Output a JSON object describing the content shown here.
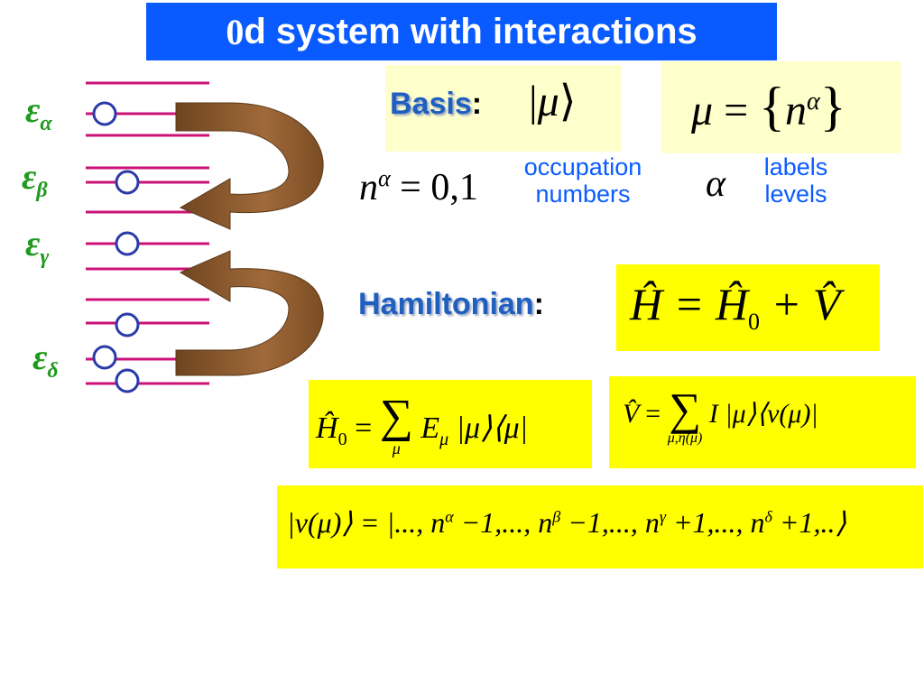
{
  "title": {
    "zero": "0",
    "rest": "d system with interactions"
  },
  "levels": {
    "labels": [
      {
        "base": "ε",
        "sub": "α"
      },
      {
        "base": "ε",
        "sub": "β"
      },
      {
        "base": "ε",
        "sub": "γ"
      },
      {
        "base": "ε",
        "sub": "δ"
      }
    ]
  },
  "basis": {
    "heading": "Basis",
    "colon": ":",
    "ket_symbol": "μ",
    "set_lhs": "μ",
    "set_eq": "=",
    "set_n": "n",
    "set_sup": "α",
    "occ_lhs": "n",
    "occ_sup": "α",
    "occ_rhs": "= 0,1",
    "occ_label_line1": "occupation",
    "occ_label_line2": "numbers",
    "alpha_symbol": "α",
    "alpha_label_line1": "labels",
    "alpha_label_line2": "levels"
  },
  "hamiltonian": {
    "heading": "Hamiltonian",
    "colon": ":",
    "equation": "Ĥ = Ĥ",
    "sub0": "0",
    "plus_v": "+ V̂"
  },
  "h0": {
    "lhs": "Ĥ",
    "lhs_sub": "0",
    "eq": "=",
    "sum": "∑",
    "sum_index": "μ",
    "term_e": "E",
    "term_e_sub": "μ",
    "term_kets": "|μ⟩⟨μ|"
  },
  "v": {
    "lhs": "V̂",
    "eq": "=",
    "sum": "∑",
    "sum_index": "μ,η(μ)",
    "term": "I |μ⟩⟨ν(μ)|"
  },
  "nu": {
    "lhs": "|ν(μ)⟩ = |..., n",
    "sup_a": "α",
    "p2": " −1,..., n",
    "sup_b": "β",
    "p3": " −1,..., n",
    "sup_g": "γ",
    "p4": " +1,..., n",
    "sup_d": "δ",
    "p5": " +1,..⟩"
  },
  "colors": {
    "title_bg": "#0a5bff",
    "highlight": "#ffff00",
    "highlight_pale": "#ffffcc",
    "level_line": "#cc1177",
    "electron": "#2a3aa8",
    "arrow": "#8b5a2b",
    "label_blue": "#0a5bff",
    "epsilon_green": "#1e9a1e"
  }
}
